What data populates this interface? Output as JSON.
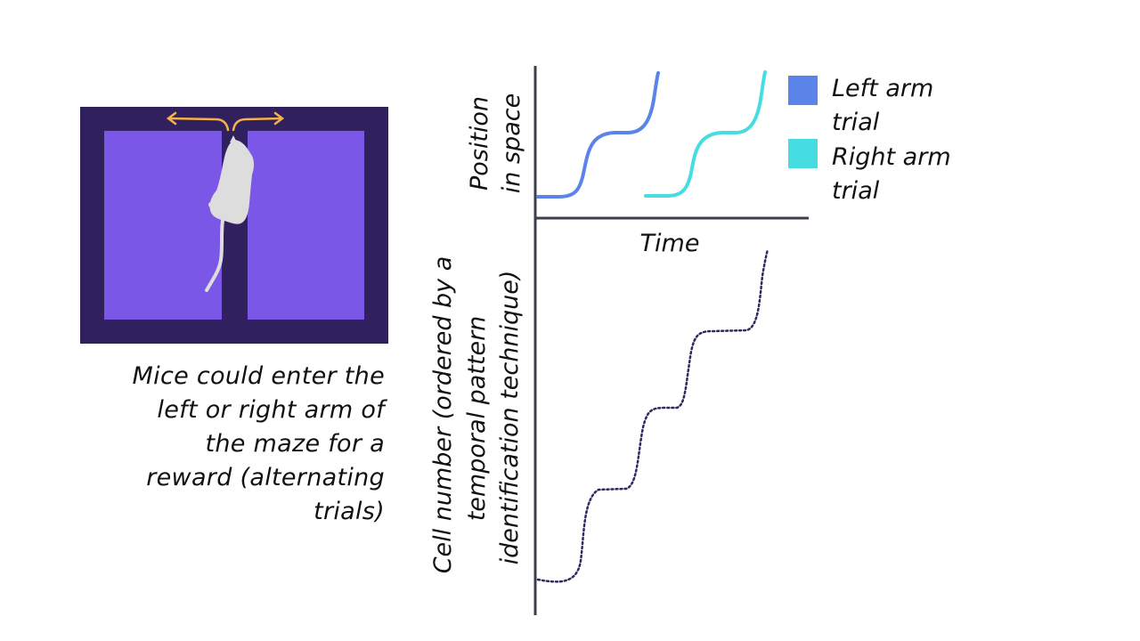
{
  "caption": {
    "lines": [
      "Mice could enter the",
      "left or right arm of",
      "the maze for a",
      "reward (alternating",
      "trials)"
    ]
  },
  "top_plot": {
    "ylabel_lines": [
      "Position",
      "in space"
    ],
    "xlabel": "Time"
  },
  "bottom_plot": {
    "ylabel_lines": [
      "Cell number (ordered by a",
      "temporal pattern",
      "identification technique)"
    ]
  },
  "legend": {
    "items": [
      {
        "label_lines": [
          "Left arm",
          "trial"
        ],
        "color": "#5b84e8"
      },
      {
        "label_lines": [
          "Right arm",
          "trial"
        ],
        "color": "#46dde2"
      }
    ]
  },
  "colors": {
    "maze_border": "#30215e",
    "maze_arm": "#7b57e8",
    "arrow": "#f6b14b",
    "axis": "#3a3f4b",
    "dotted_curve": "#2c2a60",
    "mouse": "#dddddd"
  }
}
